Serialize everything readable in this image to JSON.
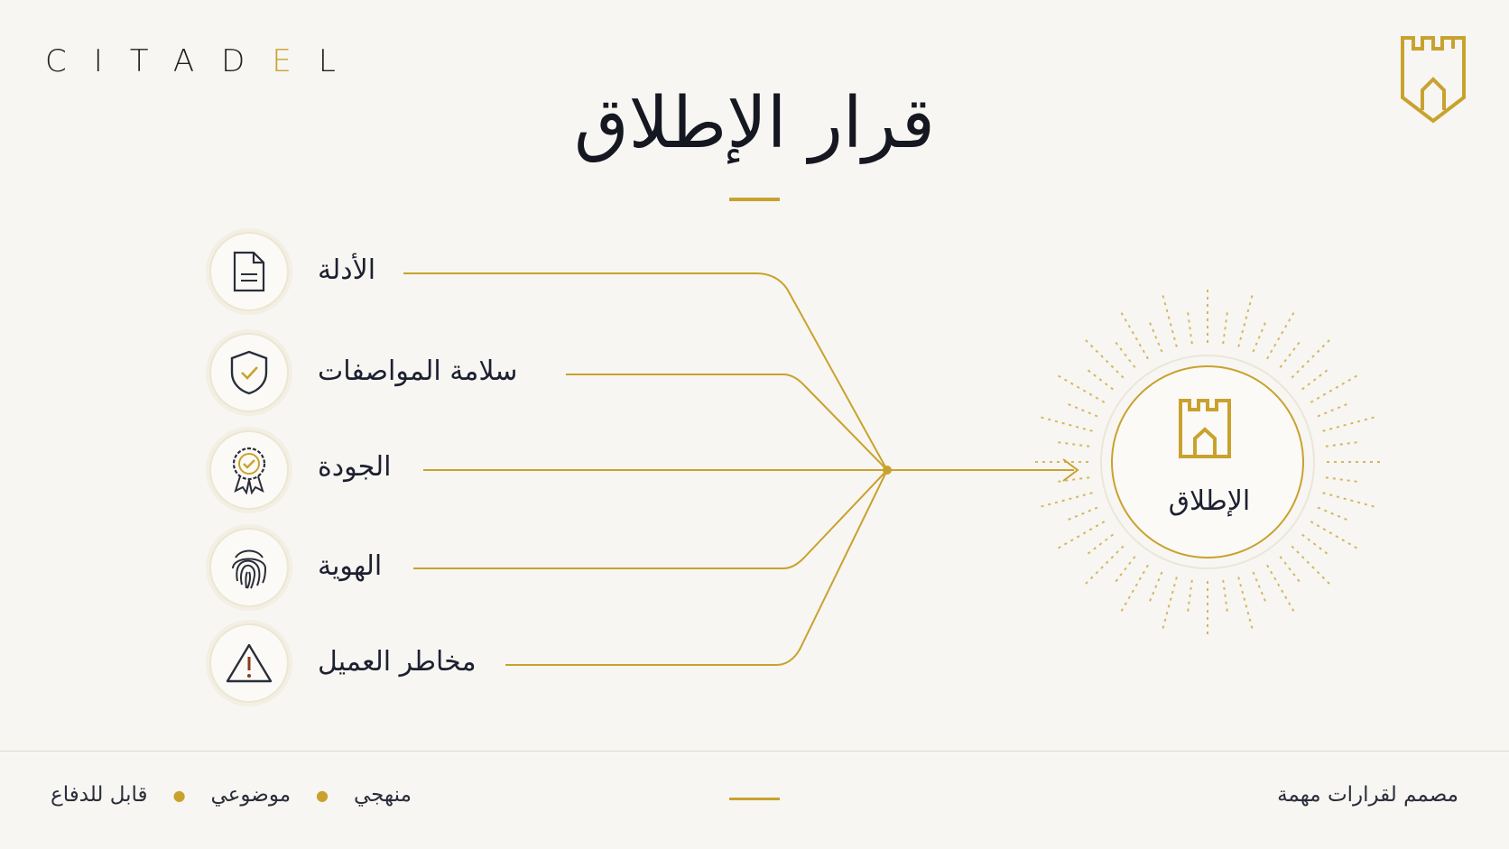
{
  "brand": {
    "prefix": "CITAD",
    "accent_letter": "E",
    "suffix": "L"
  },
  "title": "قرار الإطلاق",
  "factors": [
    {
      "label": "الأدلة",
      "icon": "document-icon"
    },
    {
      "label": "سلامة المواصفات",
      "icon": "shield-check-icon"
    },
    {
      "label": "الجودة",
      "icon": "quality-badge-icon"
    },
    {
      "label": "الهوية",
      "icon": "fingerprint-icon"
    },
    {
      "label": "مخاطر العميل",
      "icon": "warning-triangle-icon"
    }
  ],
  "hub": {
    "label": "الإطلاق",
    "icon": "castle-tower-icon"
  },
  "footer": {
    "left_items": [
      "منهجي",
      "موضوعي",
      "قابل للدفاع"
    ],
    "right_text": "مصمم لقرارات مهمة"
  },
  "colors": {
    "accent": "#c9a22e",
    "text": "#1c2030",
    "background": "#f7f6f2"
  }
}
